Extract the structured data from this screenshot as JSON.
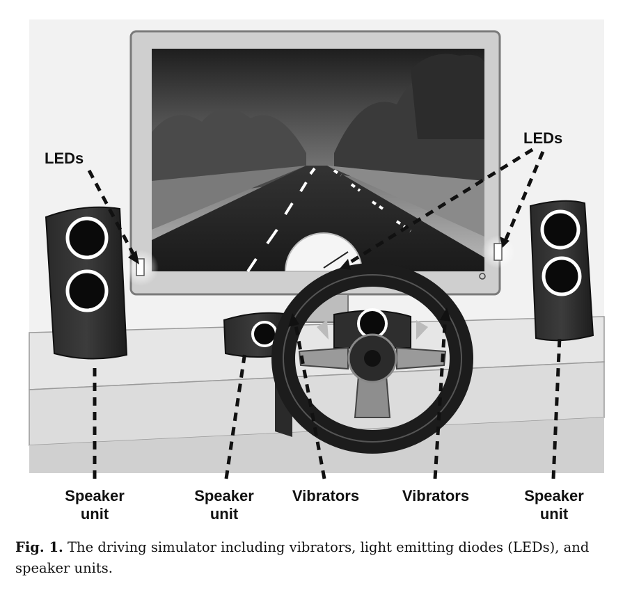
{
  "labels": {
    "leds_left": "LEDs",
    "leds_right": "LEDs",
    "speaker_left": [
      "Speaker",
      "unit"
    ],
    "speaker_center": [
      "Speaker",
      "unit"
    ],
    "vibrators_left": "Vibrators",
    "vibrators_right": "Vibrators",
    "speaker_right": [
      "Speaker",
      "unit"
    ]
  },
  "caption": {
    "label": "Fig. 1.",
    "text": " The driving simulator including vibrators, light emitting diodes (LEDs), and speaker units."
  }
}
